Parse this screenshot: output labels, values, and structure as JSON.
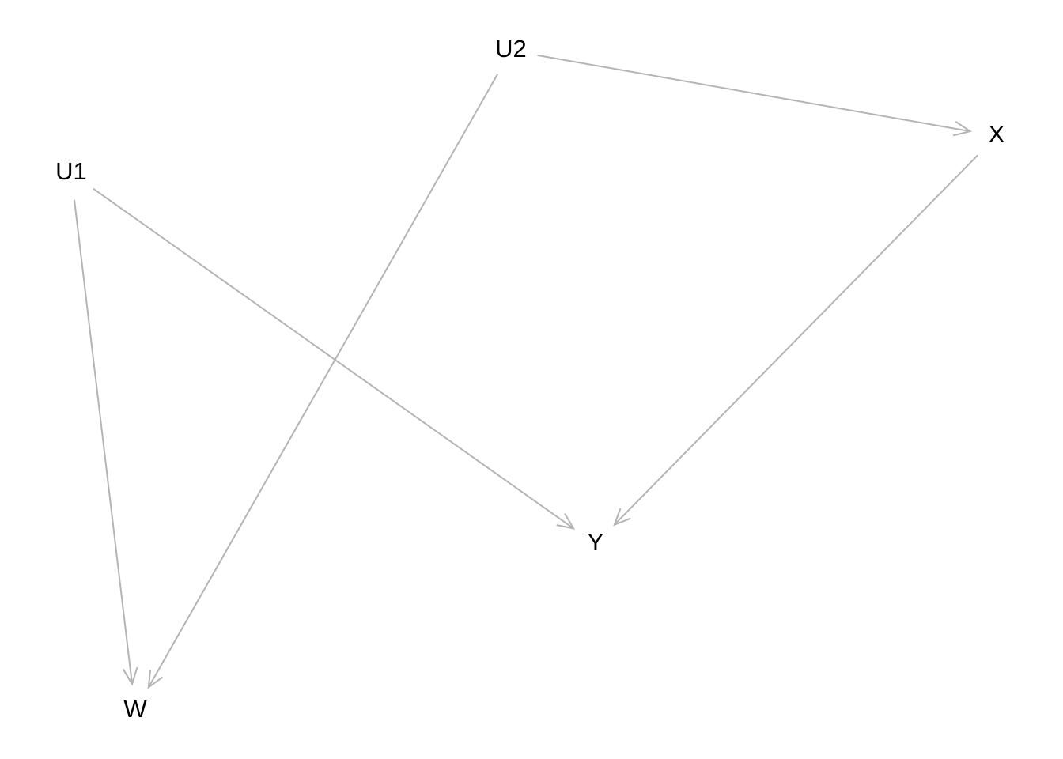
{
  "diagram": {
    "type": "directed-acyclic-graph",
    "edge_color": "#b4b4b4",
    "label_color": "#000000",
    "background_color": "#ffffff",
    "nodes": [
      {
        "id": "U2",
        "label": "U2"
      },
      {
        "id": "X",
        "label": "X"
      },
      {
        "id": "U1",
        "label": "U1"
      },
      {
        "id": "Y",
        "label": "Y"
      },
      {
        "id": "W",
        "label": "W"
      }
    ],
    "edges": [
      {
        "from": "U2",
        "to": "X"
      },
      {
        "from": "U2",
        "to": "W"
      },
      {
        "from": "X",
        "to": "Y"
      },
      {
        "from": "U1",
        "to": "Y"
      },
      {
        "from": "U1",
        "to": "W"
      }
    ]
  }
}
